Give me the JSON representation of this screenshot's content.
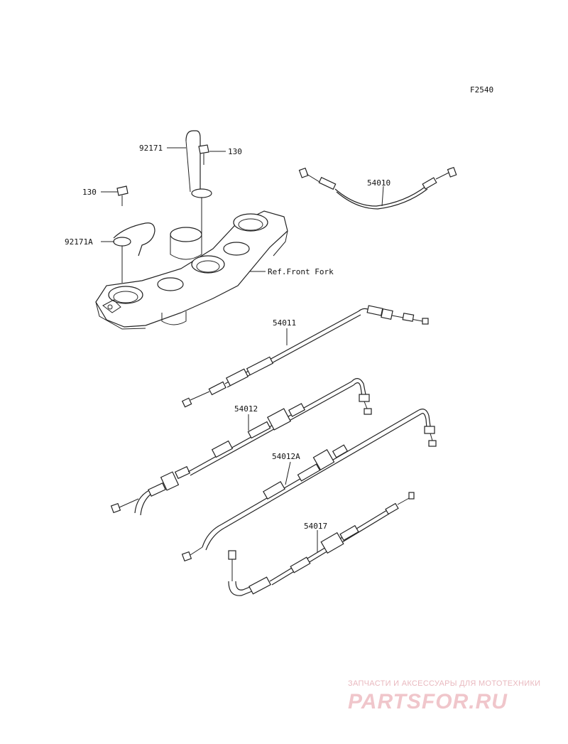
{
  "figure_code": "F2540",
  "labels": {
    "p92171": "92171",
    "p130_top": "130",
    "p130_left": "130",
    "p92171a": "92171A",
    "ref_front_fork": "Ref.Front Fork",
    "p54010": "54010",
    "p54011": "54011",
    "p54012": "54012",
    "p54012a": "54012A",
    "p54017": "54017"
  },
  "watermark": {
    "subtitle": "ЗАПЧАСТИ И АКСЕССУАРЫ ДЛЯ МОТОТЕХНИКИ",
    "brand": "PARTSFOR.RU"
  },
  "colors": {
    "line": "#222222",
    "watermark": "#f0c6cb"
  }
}
